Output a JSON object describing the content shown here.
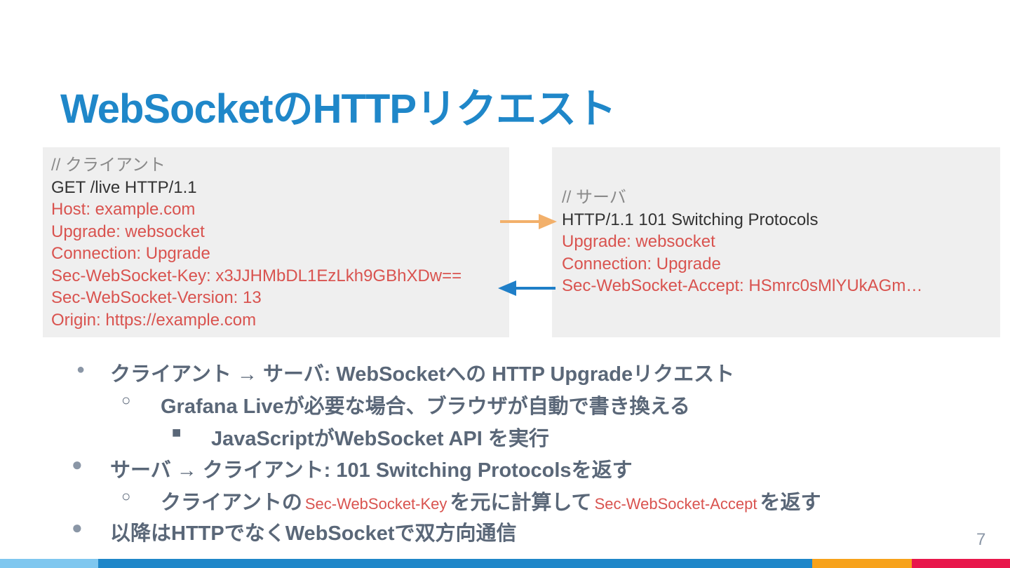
{
  "title": "WebSocketのHTTPリクエスト",
  "client_box": {
    "lines": [
      {
        "text": "// クライアント",
        "kind": "comment"
      },
      {
        "text": "GET /live HTTP/1.1",
        "kind": "plain"
      },
      {
        "text": "Host: example.com",
        "kind": "header"
      },
      {
        "text": "Upgrade: websocket",
        "kind": "header"
      },
      {
        "text": "Connection: Upgrade",
        "kind": "header"
      },
      {
        "text": "Sec-WebSocket-Key: x3JJHMbDL1EzLkh9GBhXDw==",
        "kind": "header"
      },
      {
        "text": "Sec-WebSocket-Version: 13",
        "kind": "header"
      },
      {
        "text": "Origin: https://example.com",
        "kind": "header"
      }
    ]
  },
  "server_box": {
    "lines": [
      {
        "text": "// サーバ",
        "kind": "comment"
      },
      {
        "text": "HTTP/1.1 101 Switching Protocols",
        "kind": "plain"
      },
      {
        "text": "Upgrade: websocket",
        "kind": "header"
      },
      {
        "text": "Connection: Upgrade",
        "kind": "header"
      },
      {
        "text": "Sec-WebSocket-Accept: HSmrc0sMlYUkAGm…",
        "kind": "header"
      }
    ]
  },
  "arrows": {
    "request_color": "#f2b06b",
    "response_color": "#1f7fc8"
  },
  "bullets": {
    "b1": "クライアント → サーバ: WebSocketへの HTTP Upgradeリクエスト",
    "b2": "Grafana Liveが必要な場合、ブラウザが自動で書き換える",
    "b3": "JavaScriptがWebSocket API を実行",
    "b4": "サーバ → クライアント: 101 Switching Protocolsを返す",
    "b5_part1": "クライアントの",
    "b5_code1": "Sec-WebSocket-Key",
    "b5_part2": "を元に計算して",
    "b5_code2": "Sec-WebSocket-Accept",
    "b5_part3": "を返す",
    "b6": "以降はHTTPでなくWebSocketで双方向通信",
    "marks": {
      "level1": "●",
      "level2": "○",
      "level3": "■"
    }
  },
  "page_number": "7",
  "colors": {
    "title": "#1f87c9",
    "header_text": "#d9534f",
    "bullet_text": "#5a6778",
    "footer": [
      "#7fc7ef",
      "#1f87c9",
      "#f7a21b",
      "#e8174b"
    ]
  }
}
